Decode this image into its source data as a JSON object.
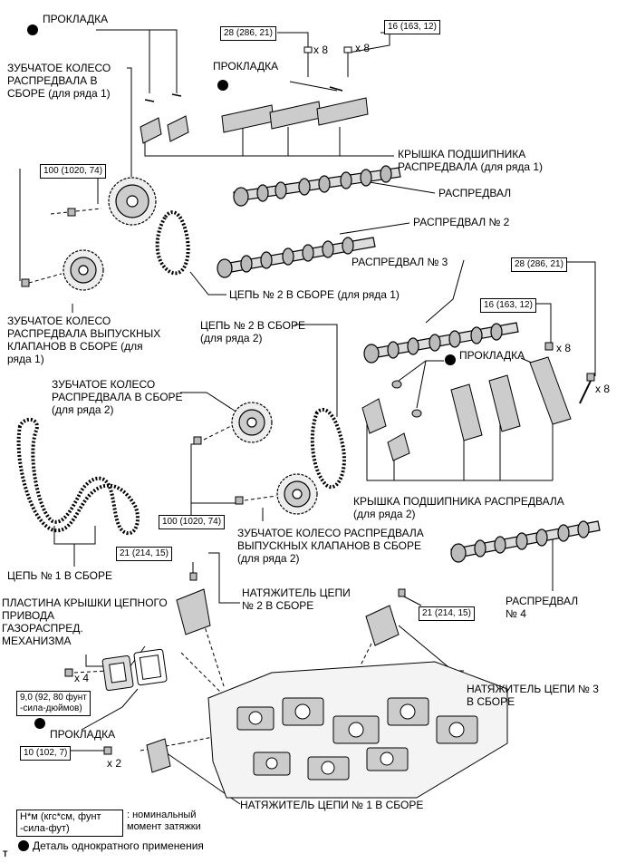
{
  "labels": {
    "gasket_top": "ПРОКЛАДКА",
    "sprocket_intake_b1": "ЗУБЧАТОЕ КОЛЕСО\nРАСПРЕДВАЛА В\nСБОРЕ (для ряда 1)",
    "gasket_mid": "ПРОКЛАДКА",
    "bearing_cap_b1": "КРЫШКА ПОДШИПНИКА\nРАСПРЕДВАЛА (для ряда 1)",
    "camshaft": "РАСПРЕДВАЛ",
    "camshaft2": "РАСПРЕДВАЛ № 2",
    "camshaft3": "РАСПРЕДВАЛ № 3",
    "chain2_b1": "ЦЕПЬ № 2 В СБОРЕ (для ряда 1)",
    "sprocket_exhaust_b1": "ЗУБЧАТОЕ КОЛЕСО\nРАСПРЕДВАЛА ВЫПУСКНЫХ\nКЛАПАНОВ В СБОРЕ (для\nряда 1)",
    "chain2_b2": "ЦЕПЬ № 2 В СБОРЕ\n(для ряда 2)",
    "gasket_right": "ПРОКЛАДКА",
    "sprocket_intake_b2": "ЗУБЧАТОЕ КОЛЕСО\nРАСПРЕДВАЛА В СБОРЕ\n(для ряда 2)",
    "bearing_cap_b2": "КРЫШКА ПОДШИПНИКА РАСПРЕДВАЛА\n(для ряда 2)",
    "sprocket_exhaust_b2": "ЗУБЧАТОЕ КОЛЕСО РАСПРЕДВАЛА\nВЫПУСКНЫХ КЛАПАНОВ В СБОРЕ\n(для ряда 2)",
    "chain1": "ЦЕПЬ № 1 В СБОРЕ",
    "camshaft4": "РАСПРЕДВАЛ\n№ 4",
    "tensioner2": "НАТЯЖИТЕЛЬ ЦЕПИ\n№ 2 В СБОРЕ",
    "cover_plate": "ПЛАСТИНА КРЫШКИ ЦЕПНОГО\nПРИВОДА\nГАЗОРАСПРЕД.\nМЕХАНИЗМА",
    "tensioner3": "НАТЯЖИТЕЛЬ ЦЕПИ № 3\nВ СБОРЕ",
    "gasket_bottom": "ПРОКЛАДКА",
    "tensioner1": "НАТЯЖИТЕЛЬ ЦЕПИ № 1 В СБОРЕ"
  },
  "torques": {
    "t_28_top": "28 (286, 21)",
    "t_16_top": "16 (163, 12)",
    "t_100_b1": "100 (1020, 74)",
    "t_28_right": "28 (286, 21)",
    "t_16_right": "16 (163, 12)",
    "t_100_b2": "100 (1020, 74)",
    "t_21_left": "21 (214, 15)",
    "t_21_right": "21 (214, 15)",
    "t_9": "9,0 (92, 80 фунт\n-сила-дюймов)",
    "t_10": "10 (102, 7)"
  },
  "counts": {
    "x8_a": "x 8",
    "x8_b": "x 8",
    "x8_c": "x 8",
    "x8_d": "x 8",
    "x4": "x 4",
    "x2": "x 2"
  },
  "legend": {
    "unit_box": "Н*м (кгс*см, фунт\n-сила-фут)",
    "unit_desc": ": номинальный\nмомент затяжки",
    "one_time": "Деталь однократного применения",
    "code": "T"
  }
}
